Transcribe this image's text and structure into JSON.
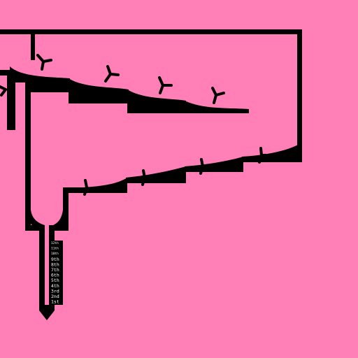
{
  "scene": {
    "background_color": "#ff7fb6",
    "structure_color": "#000000",
    "label_color": "#ffffff"
  },
  "floor_indicator": {
    "labels": [
      "12th",
      "11th",
      "10th",
      "9th",
      "8th",
      "7th",
      "6th",
      "5th",
      "4th",
      "3rd",
      "2nd",
      "1st"
    ]
  }
}
